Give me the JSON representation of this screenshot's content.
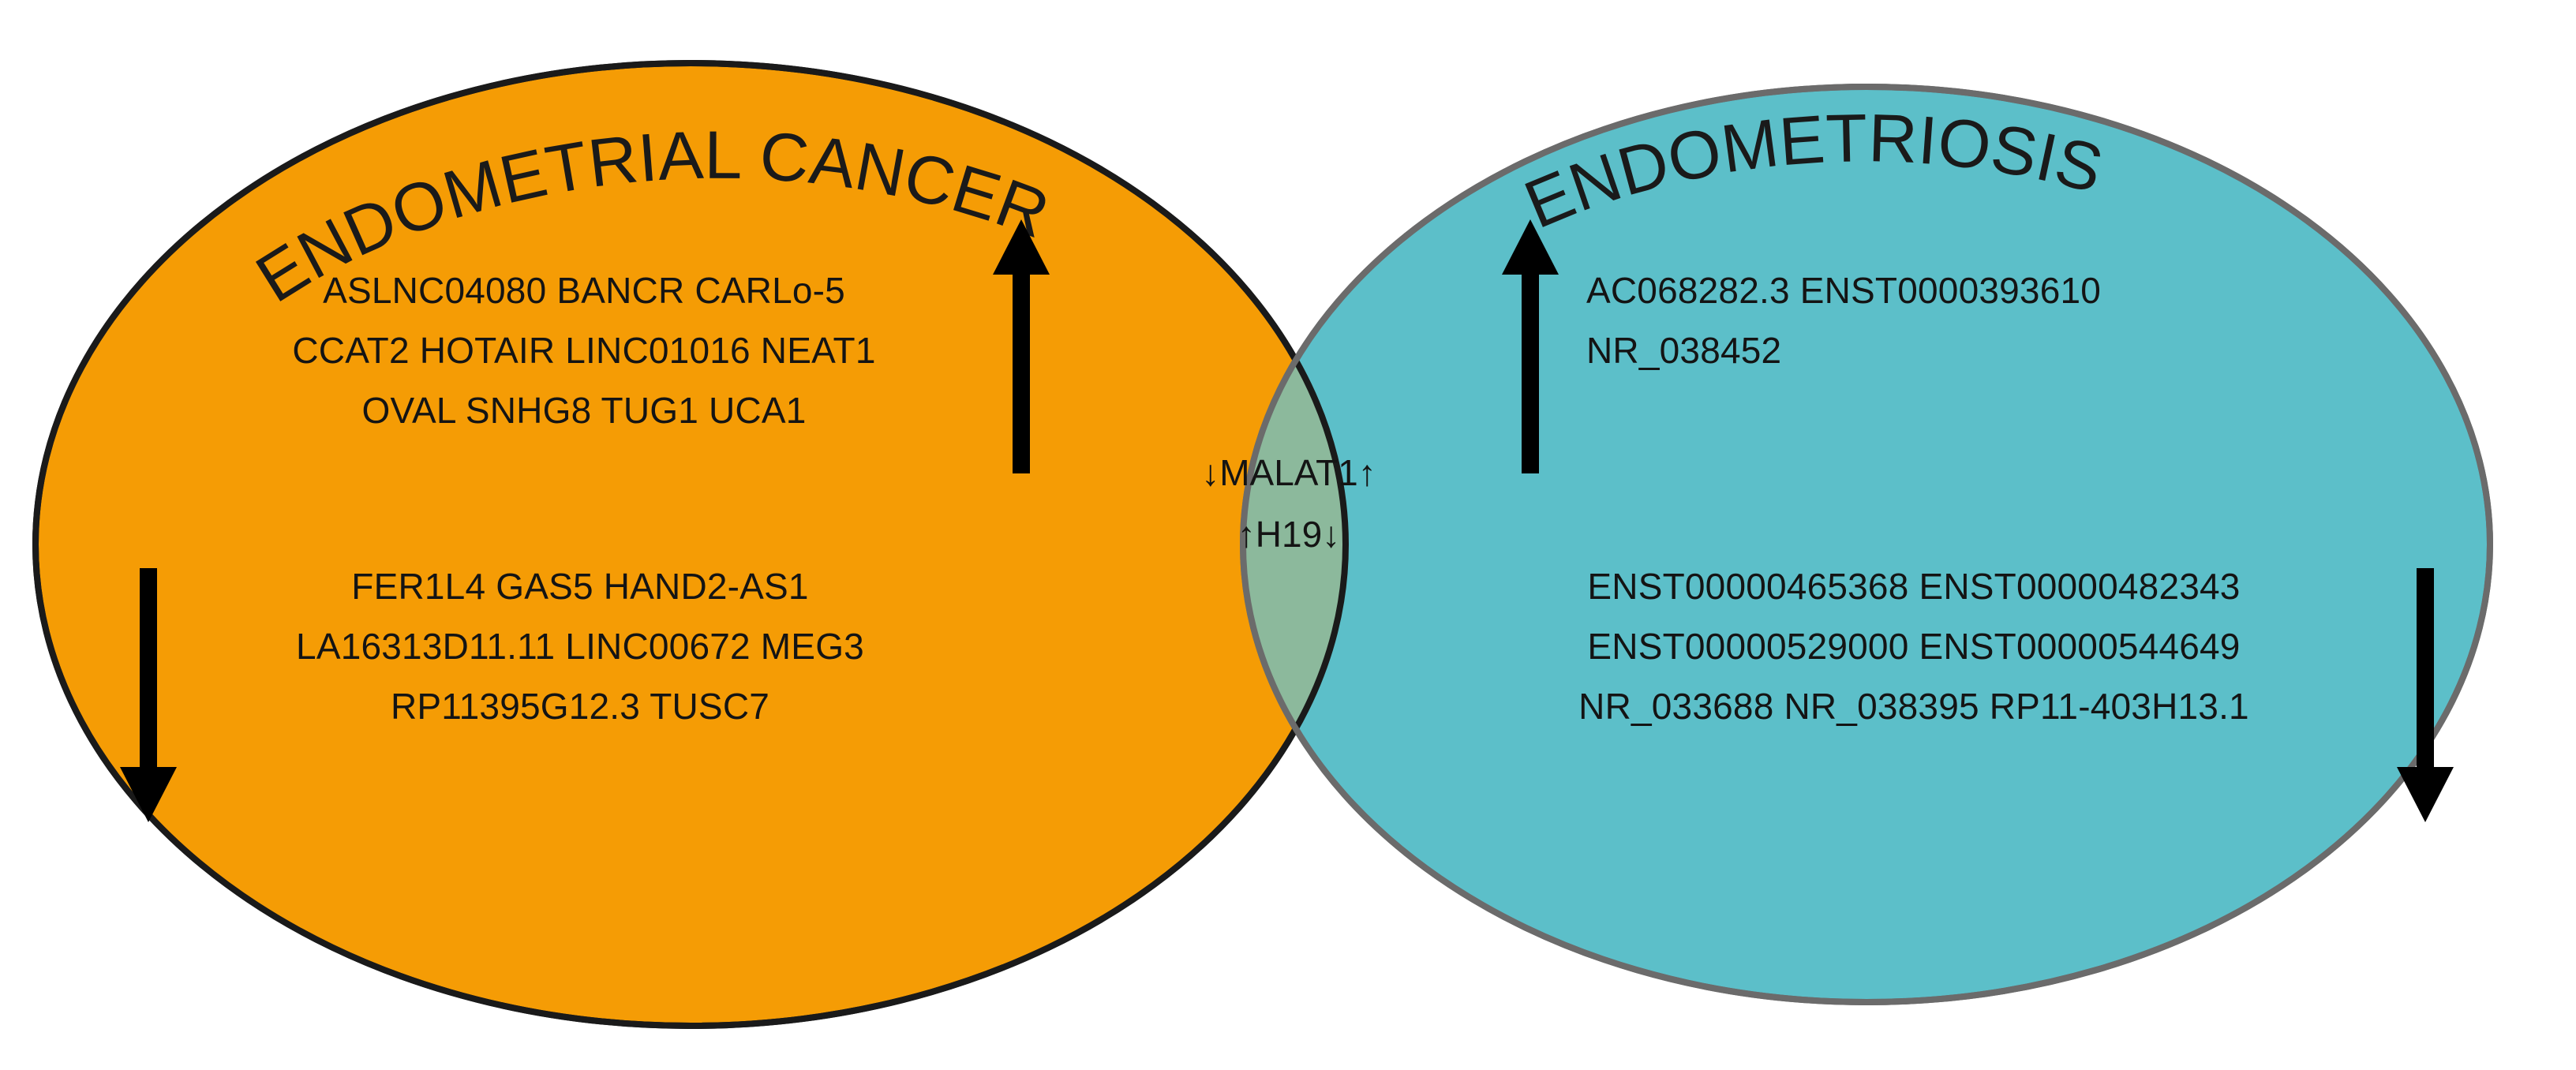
{
  "figure": {
    "type": "venn-diagram",
    "background_color": "#ffffff"
  },
  "left_set": {
    "title": "ENDOMETRIAL CANCER",
    "fill_color": "#F59C05",
    "stroke_color": "#1a1a1a",
    "upregulated": {
      "marker": "up-arrow",
      "lines": [
        "ASLNC04080  BANCR  CARLo-5",
        "CCAT2  HOTAIR  LINC01016  NEAT1",
        "OVAL  SNHG8  TUG1  UCA1"
      ],
      "genes": [
        "ASLNC04080",
        "BANCR",
        "CARLo-5",
        "CCAT2",
        "HOTAIR",
        "LINC01016",
        "NEAT1",
        "OVAL",
        "SNHG8",
        "TUG1",
        "UCA1"
      ]
    },
    "downregulated": {
      "marker": "down-arrow",
      "lines": [
        "FER1L4  GAS5  HAND2-AS1",
        "LA16313D11.11  LINC00672  MEG3",
        "RP11395G12.3  TUSC7"
      ],
      "genes": [
        "FER1L4",
        "GAS5",
        "HAND2-AS1",
        "LA16313D11.11",
        "LINC00672",
        "MEG3",
        "RP11395G12.3",
        "TUSC7"
      ]
    }
  },
  "right_set": {
    "title": "ENDOMETRIOSIS",
    "fill_color": "#5CBFC9",
    "stroke_color": "#6b6b6b",
    "upregulated": {
      "marker": "up-arrow",
      "lines": [
        "AC068282.3  ENST0000393610",
        "NR_038452"
      ],
      "genes": [
        "AC068282.3",
        "ENST0000393610",
        "NR_038452"
      ]
    },
    "downregulated": {
      "marker": "down-arrow",
      "lines": [
        "ENST00000465368  ENST00000482343",
        "ENST00000529000  ENST00000544649",
        "NR_033688  NR_038395  RP11-403H13.1"
      ],
      "genes": [
        "ENST00000465368",
        "ENST00000482343",
        "ENST00000529000",
        "ENST00000544649",
        "NR_033688",
        "NR_038395",
        "RP11-403H13.1"
      ]
    }
  },
  "intersection": {
    "fill_color": "#8CB99C",
    "items": [
      {
        "left_arrow": "↓",
        "label": "MALAT1",
        "right_arrow": "↑"
      },
      {
        "left_arrow": "↑",
        "label": "H19",
        "right_arrow": "↓"
      }
    ],
    "line_1": "↓MALAT1↑",
    "line_2": "↑H19↓"
  }
}
